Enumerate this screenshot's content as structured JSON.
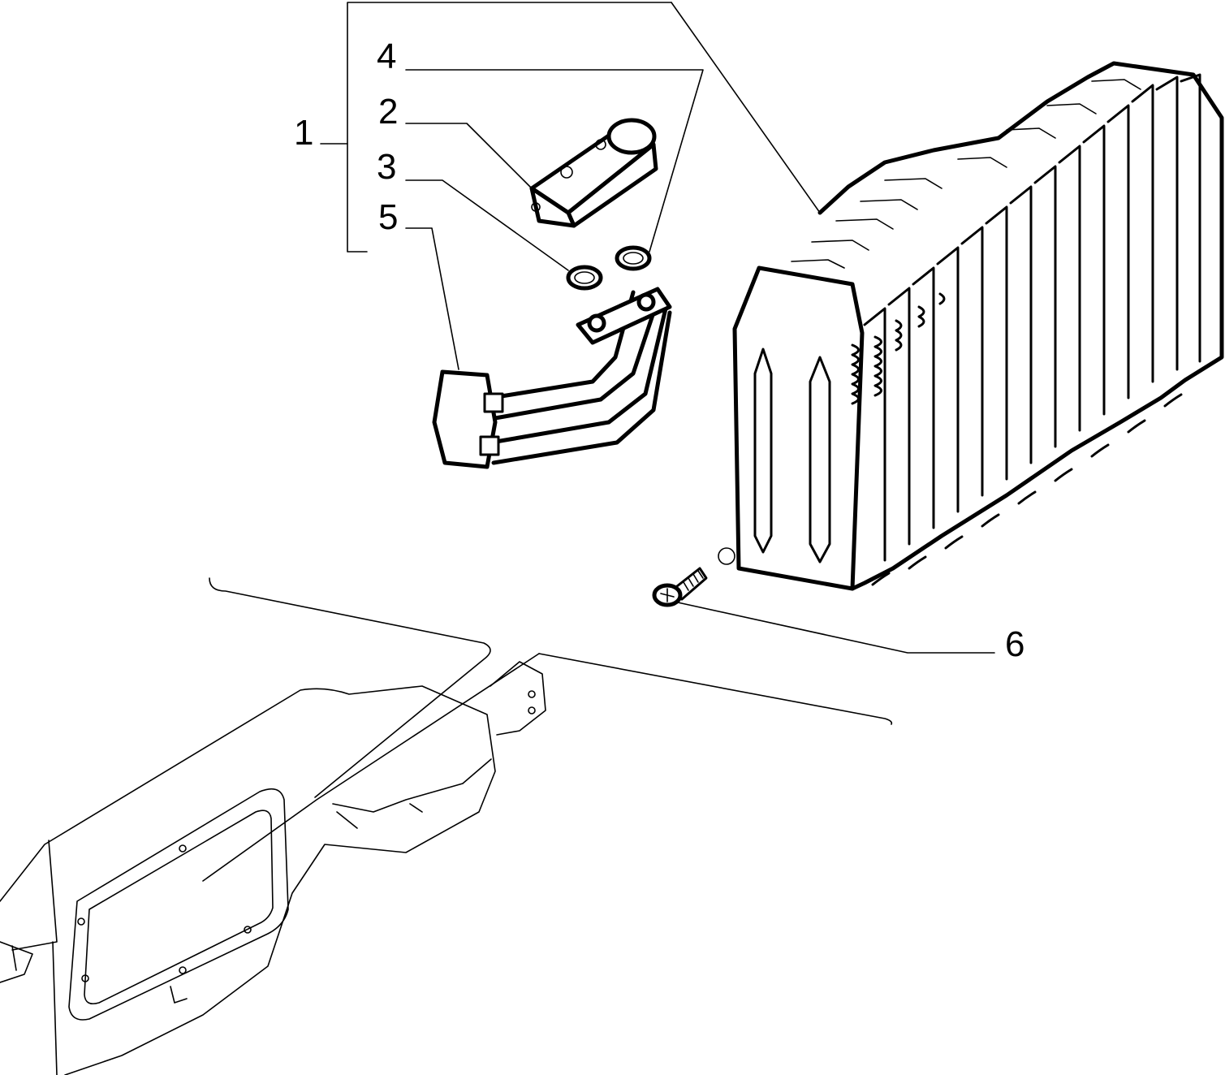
{
  "callouts": {
    "c1": "1",
    "c2": "2",
    "c3": "3",
    "c4": "4",
    "c5": "5",
    "c6": "6"
  },
  "colors": {
    "ink": "#000000",
    "background": "#ffffff"
  }
}
